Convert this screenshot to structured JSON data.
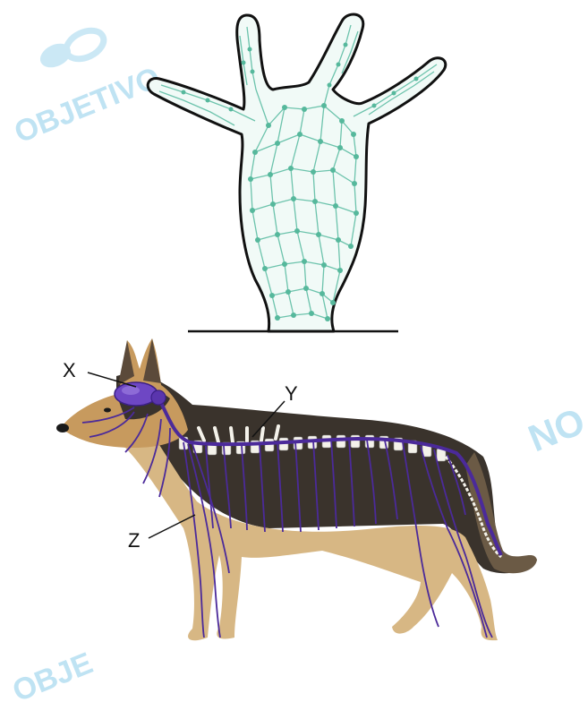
{
  "labels": {
    "x": "X",
    "y": "Y",
    "z": "Z"
  },
  "watermarks": {
    "top_left": "OBJETIVO",
    "right": "NO",
    "bottom_left": "OBJE"
  },
  "colors": {
    "hydra_outline": "#111111",
    "hydra_fill": "#f1faf7",
    "nerve_net": "#6cc3ac",
    "nerve_node": "#56b89c",
    "dog_nerves": "#4b2a9a",
    "brain": "#6e47c4",
    "spine": "#f4f2ea",
    "dog_fur_light": "#d7b784",
    "dog_fur_dark": "#3a332c",
    "watermark": "#bfe3f3"
  }
}
